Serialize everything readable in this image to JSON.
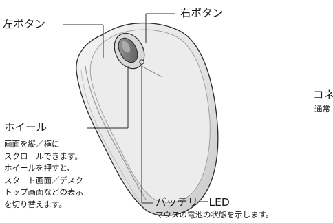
{
  "labels": {
    "left_button": "左ボタン",
    "right_button": "右ボタン",
    "wheel": "ホイール",
    "battery_led": "バッテリーLED",
    "connector_partial": "コネ",
    "connector_desc_partial": "通常"
  },
  "descriptions": {
    "wheel_lines": [
      "画面を縦／横に",
      "スクロールできます。",
      "ホイールを押すと、",
      "スタート画面／デスク",
      "トップ画面などの表示",
      "を切り替えます。"
    ],
    "battery_led": "マウスの電池の状態を示します。"
  }
}
